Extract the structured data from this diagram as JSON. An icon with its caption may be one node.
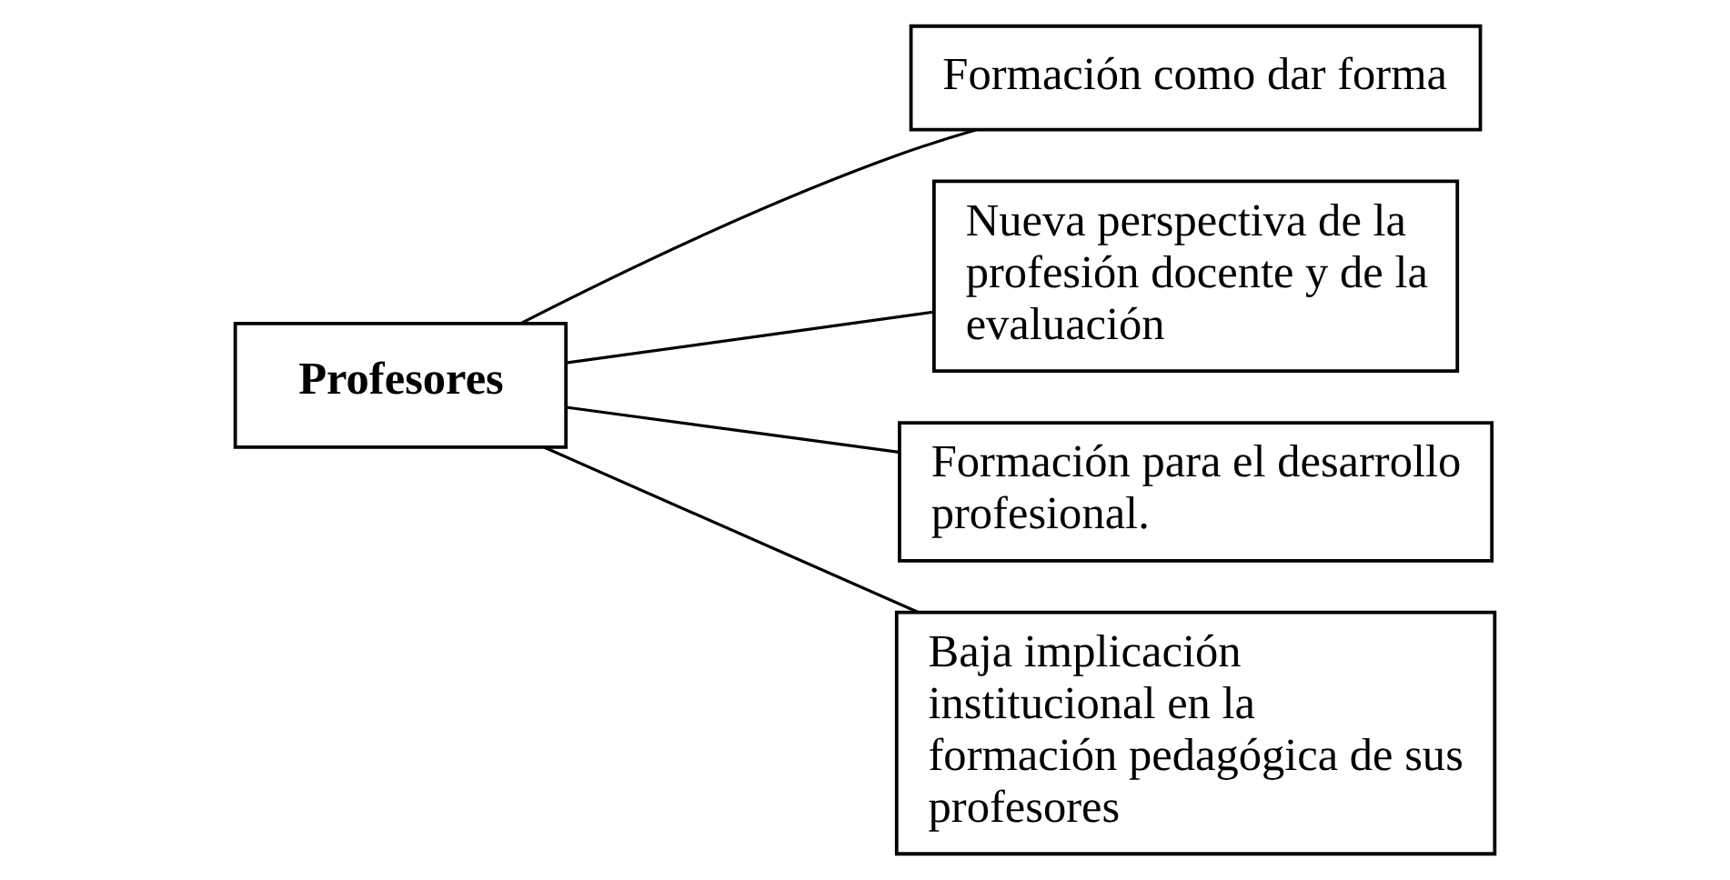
{
  "diagram": {
    "nodes": [
      {
        "text": [
          "Profesores"
        ]
      },
      {
        "text": [
          "Formación como dar forma"
        ]
      },
      {
        "text": [
          "Nueva perspectiva de la profesión docente y de la evaluación"
        ]
      },
      {
        "text": [
          "Formación para el desarrollo profesional."
        ]
      },
      {
        "text": [
          "Baja implicación institucional en la formación pedagógica de sus profesores"
        ]
      }
    ],
    "edges": [
      {
        "from": 0,
        "to": 1,
        "arrow": "none"
      },
      {
        "from": 0,
        "to": 2,
        "arrow": "none"
      },
      {
        "from": 0,
        "to": 3,
        "arrow": "none"
      },
      {
        "from": 0,
        "to": 4,
        "arrow": "none"
      }
    ]
  }
}
